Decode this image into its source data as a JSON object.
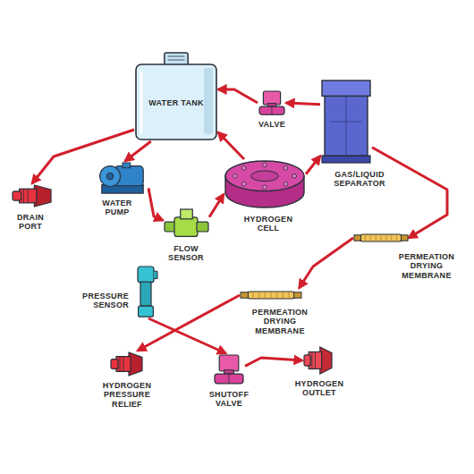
{
  "diagram": {
    "nodes": [
      {
        "text": [
          "WATER TANK"
        ]
      },
      {
        "text": [
          "VALVE"
        ]
      },
      {
        "text": [
          "GAS/LIQUID SEPARATOR"
        ]
      },
      {
        "text": [
          "DRAIN PORT"
        ]
      },
      {
        "text": [
          "WATER PUMP"
        ]
      },
      {
        "text": [
          "FLOW SENSOR"
        ]
      },
      {
        "text": [
          "HYDROGEN CELL"
        ]
      },
      {
        "text": [
          "PERMEATION DRYING MEMBRANE"
        ]
      },
      {
        "text": [
          "PERMEATION DRYING MEMBRANE"
        ]
      },
      {
        "text": [
          "PRESSURE SENSOR"
        ]
      },
      {
        "text": [
          "HYDROGEN PRESSURE RELIEF"
        ]
      },
      {
        "text": [
          "SHUTOFF VALVE"
        ]
      },
      {
        "text": [
          "HYDROGEN OUTLET"
        ]
      }
    ],
    "edges": [
      {
        "from": 0,
        "to": 3,
        "arrow": "to"
      },
      {
        "from": 0,
        "to": 4,
        "arrow": "to"
      },
      {
        "from": 4,
        "to": 5,
        "arrow": "to"
      },
      {
        "from": 5,
        "to": 6,
        "arrow": "to"
      },
      {
        "from": 6,
        "to": 0,
        "arrow": "to"
      },
      {
        "from": 6,
        "to": 2,
        "arrow": "to"
      },
      {
        "from": 2,
        "to": 1,
        "arrow": "to"
      },
      {
        "from": 1,
        "to": 0,
        "arrow": "to"
      },
      {
        "from": 2,
        "to": 7,
        "arrow": "to"
      },
      {
        "from": 7,
        "to": 8,
        "arrow": "to"
      },
      {
        "from": 8,
        "to": 10,
        "arrow": "to"
      },
      {
        "from": 9,
        "to": 11,
        "arrow": "to"
      },
      {
        "from": 11,
        "to": 12,
        "arrow": "to"
      }
    ]
  }
}
